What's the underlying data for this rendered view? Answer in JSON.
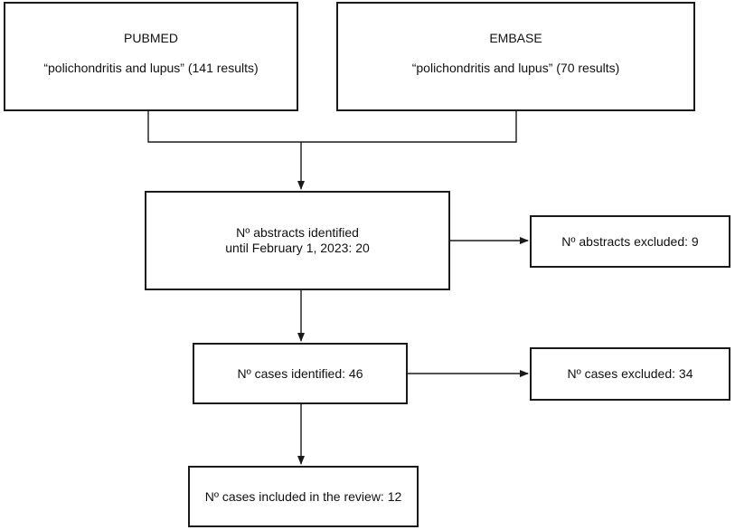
{
  "sources": {
    "pubmed": {
      "name": "PUBMED",
      "query": "“polichondritis and lupus” (141 results)"
    },
    "embase": {
      "name": "EMBASE",
      "query": "“polichondritis and lupus” (70 results)"
    }
  },
  "steps": {
    "abstracts_identified": {
      "line1": "Nº abstracts identified",
      "line2": "until February 1, 2023: 20"
    },
    "abstracts_excluded": "Nº abstracts excluded: 9",
    "cases_identified": "Nº cases identified: 46",
    "cases_excluded": "Nº cases excluded: 34",
    "cases_included": "Nº cases included in the review: 12"
  }
}
